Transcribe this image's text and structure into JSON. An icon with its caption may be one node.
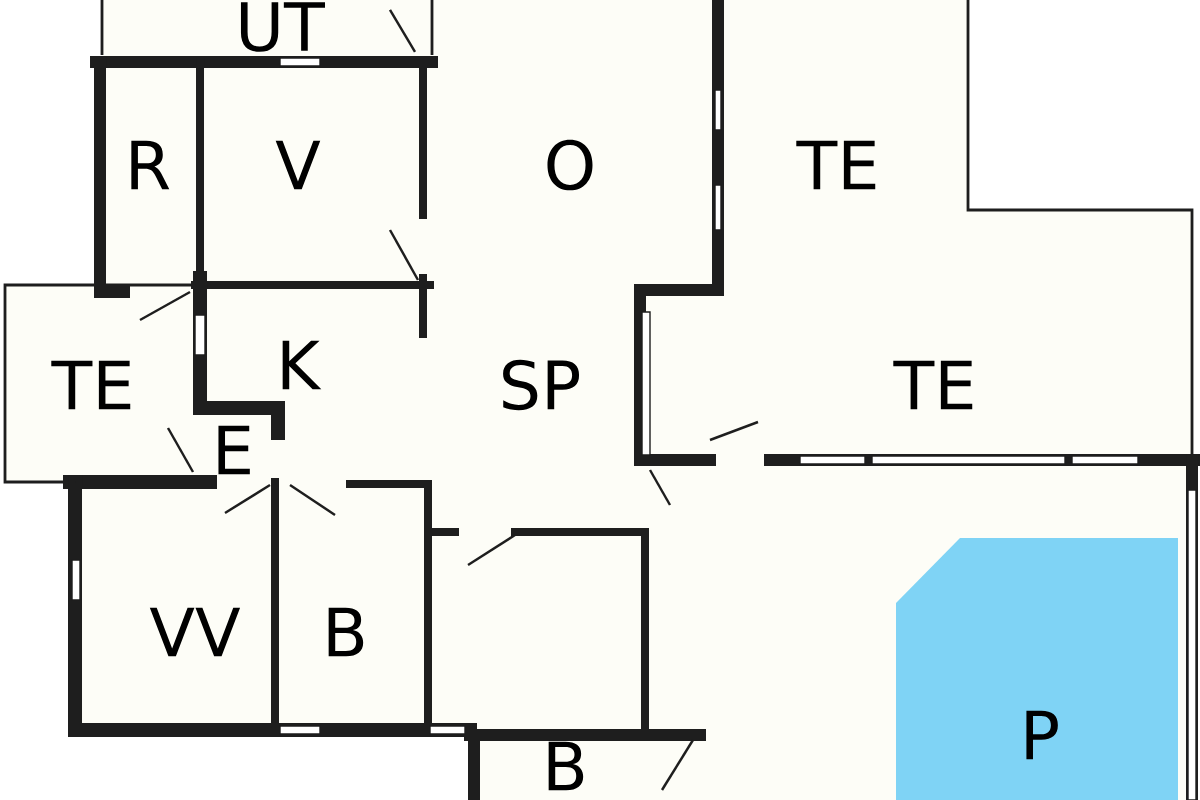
{
  "diagram": {
    "nodes": [
      {
        "text": [
          "P"
        ]
      }
    ],
    "labels": [
      "UT",
      "R",
      "V",
      "O",
      "TE",
      "TE",
      "K",
      "SP",
      "TE",
      "E",
      "VV",
      "B",
      "B"
    ]
  }
}
